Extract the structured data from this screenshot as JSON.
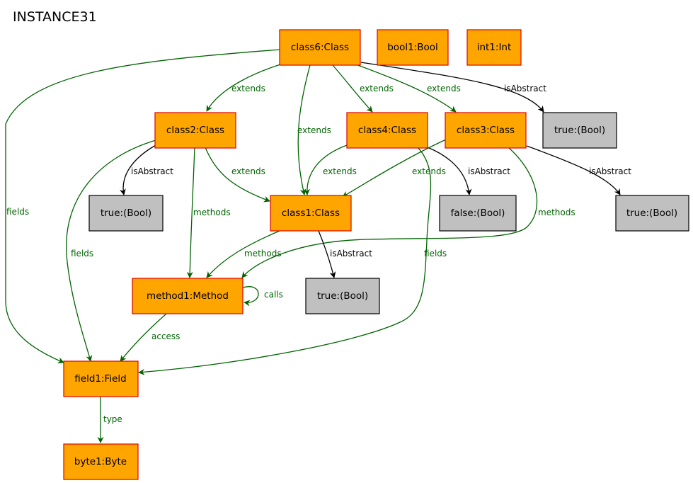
{
  "title": "INSTANCE31",
  "nodes": {
    "class6": {
      "label": "class6:Class",
      "kind": "object"
    },
    "bool1": {
      "label": "bool1:Bool",
      "kind": "object"
    },
    "int1": {
      "label": "int1:Int",
      "kind": "object"
    },
    "class2": {
      "label": "class2:Class",
      "kind": "object"
    },
    "class4": {
      "label": "class4:Class",
      "kind": "object"
    },
    "class3": {
      "label": "class3:Class",
      "kind": "object"
    },
    "true_a": {
      "label": "true:(Bool)",
      "kind": "value"
    },
    "true_b": {
      "label": "true:(Bool)",
      "kind": "value"
    },
    "class1": {
      "label": "class1:Class",
      "kind": "object"
    },
    "false_a": {
      "label": "false:(Bool)",
      "kind": "value"
    },
    "true_c": {
      "label": "true:(Bool)",
      "kind": "value"
    },
    "method1": {
      "label": "method1:Method",
      "kind": "object"
    },
    "true_d": {
      "label": "true:(Bool)",
      "kind": "value"
    },
    "field1": {
      "label": "field1:Field",
      "kind": "object"
    },
    "byte1": {
      "label": "byte1:Byte",
      "kind": "object"
    }
  },
  "edges": [
    {
      "id": "e1",
      "from": "class6",
      "to": "class2",
      "label": "extends",
      "color": "green"
    },
    {
      "id": "e2",
      "from": "class6",
      "to": "class1",
      "label": "extends",
      "color": "green"
    },
    {
      "id": "e3",
      "from": "class6",
      "to": "class4",
      "label": "extends",
      "color": "green"
    },
    {
      "id": "e4",
      "from": "class6",
      "to": "class3",
      "label": "extends",
      "color": "green"
    },
    {
      "id": "e5",
      "from": "class6",
      "to": "true_a",
      "label": "isAbstract",
      "color": "black"
    },
    {
      "id": "e6",
      "from": "class6",
      "to": "field1",
      "label": "fields",
      "color": "green"
    },
    {
      "id": "e7",
      "from": "class2",
      "to": "true_b",
      "label": "isAbstract",
      "color": "black"
    },
    {
      "id": "e8",
      "from": "class2",
      "to": "class1",
      "label": "extends",
      "color": "green"
    },
    {
      "id": "e9",
      "from": "class2",
      "to": "method1",
      "label": "methods",
      "color": "green"
    },
    {
      "id": "e10",
      "from": "class2",
      "to": "field1",
      "label": "fields",
      "color": "green"
    },
    {
      "id": "e11",
      "from": "class4",
      "to": "class1",
      "label": "extends",
      "color": "green"
    },
    {
      "id": "e12",
      "from": "class4",
      "to": "false_a",
      "label": "isAbstract",
      "color": "black"
    },
    {
      "id": "e13",
      "from": "class4",
      "to": "field1",
      "label": "fields",
      "color": "green"
    },
    {
      "id": "e14",
      "from": "class3",
      "to": "class1",
      "label": "extends",
      "color": "green"
    },
    {
      "id": "e15",
      "from": "class3",
      "to": "true_c",
      "label": "isAbstract",
      "color": "black"
    },
    {
      "id": "e16",
      "from": "class3",
      "to": "method1",
      "label": "methods",
      "color": "green"
    },
    {
      "id": "e17",
      "from": "class1",
      "to": "method1",
      "label": "methods",
      "color": "green"
    },
    {
      "id": "e18",
      "from": "class1",
      "to": "true_d",
      "label": "isAbstract",
      "color": "black"
    },
    {
      "id": "e19",
      "from": "method1",
      "to": "method1",
      "label": "calls",
      "color": "green"
    },
    {
      "id": "e20",
      "from": "method1",
      "to": "field1",
      "label": "access",
      "color": "green"
    },
    {
      "id": "e21",
      "from": "field1",
      "to": "byte1",
      "label": "type",
      "color": "green"
    }
  ],
  "colors": {
    "object_fill": "#ffa500",
    "object_border": "#e00000",
    "value_fill": "#c0c0c0",
    "value_border": "#000000",
    "green_edge": "#006400",
    "black_edge": "#000000"
  }
}
